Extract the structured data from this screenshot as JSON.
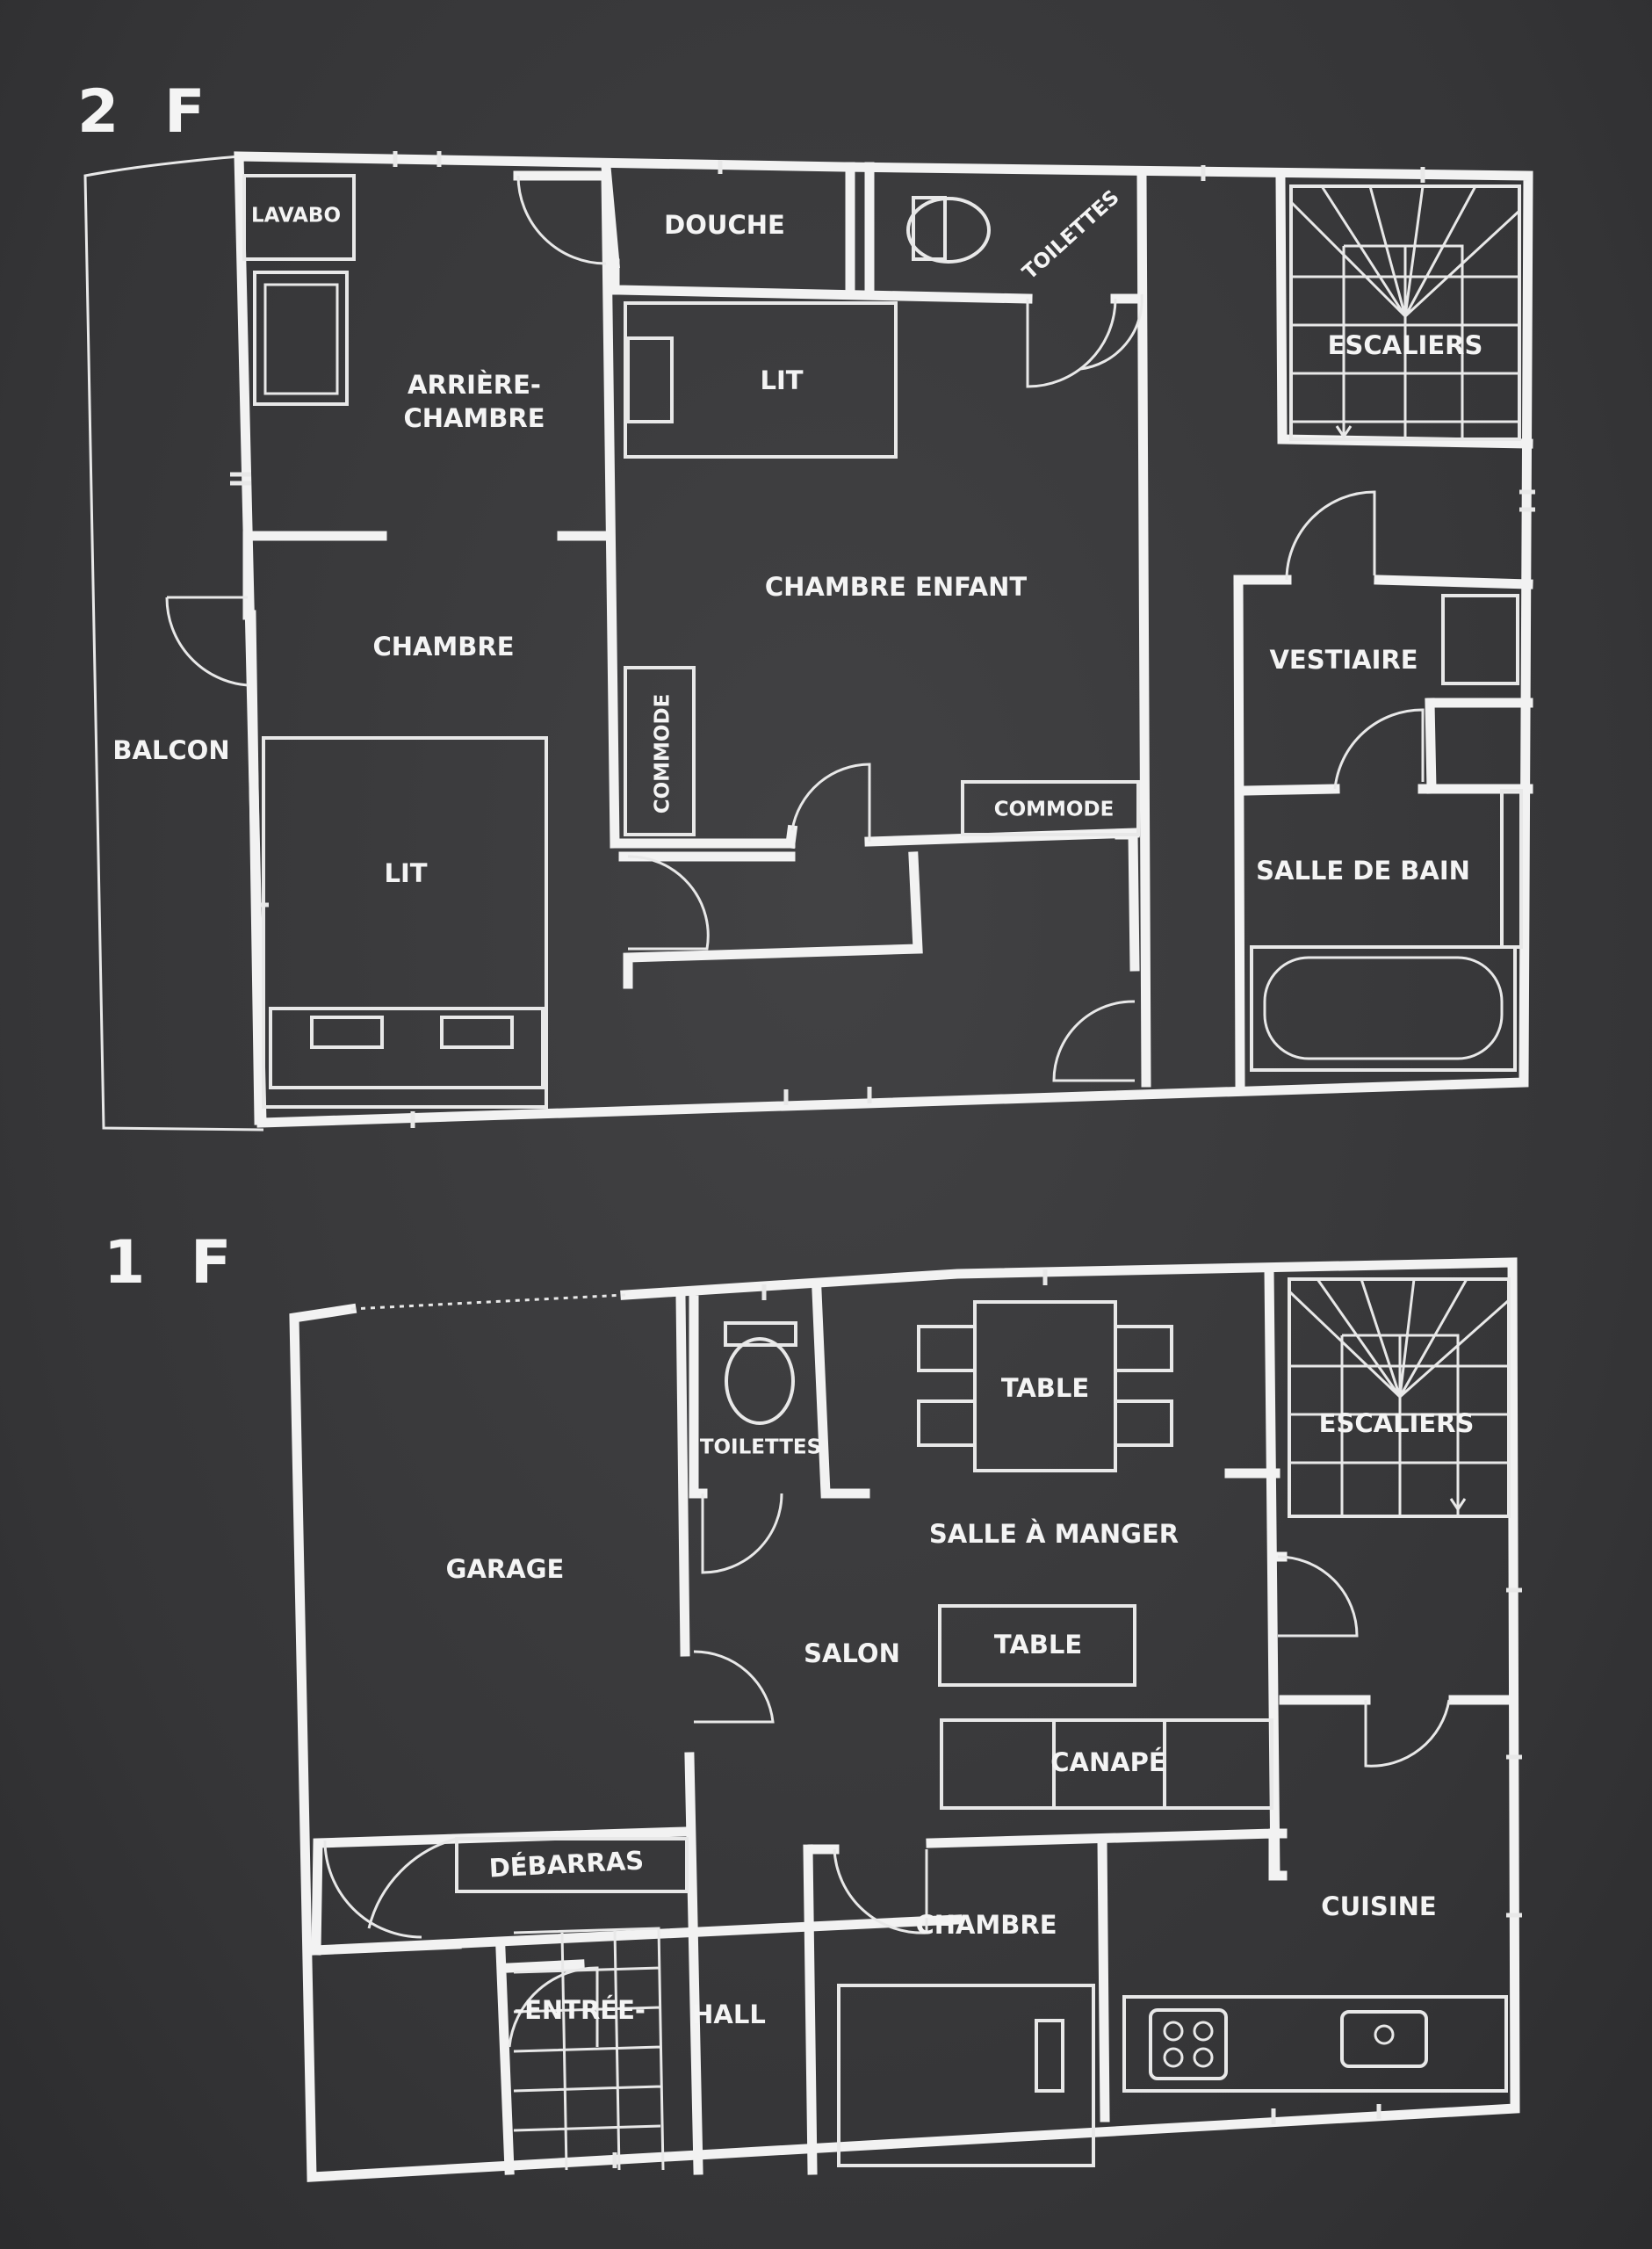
{
  "floors": [
    {
      "label": "2 F",
      "rooms": {
        "lavabo": "LAVABO",
        "douche": "DOUCHE",
        "toilettes": "TOILETTES",
        "arriere_chambre_1": "ARRIÈRE-",
        "arriere_chambre_2": "CHAMBRE",
        "lit_enfant": "LIT",
        "escaliers": "ESCALIERS",
        "chambre_enfant": "CHAMBRE ENFANT",
        "chambre": "CHAMBRE",
        "vestiaire": "VESTIAIRE",
        "balcon": "BALCON",
        "commode_vertical": "COMMODE",
        "commode": "COMMODE",
        "lit": "LIT",
        "salle_de_bain": "SALLE DE BAIN"
      }
    },
    {
      "label": "1 F",
      "rooms": {
        "toilettes": "TOILETTES",
        "table_dining": "TABLE",
        "escaliers": "ESCALIERS",
        "garage": "GARAGE",
        "salle_a_manger": "SALLE À MANGER",
        "salon": "SALON",
        "table_salon": "TABLE",
        "canape": "CANAPÉ",
        "debarras": "DÉBARRAS",
        "chambre": "CHAMBRE",
        "cuisine": "CUISINE",
        "entree": "-ENTRÉE-",
        "hall": "HALL"
      }
    }
  ]
}
